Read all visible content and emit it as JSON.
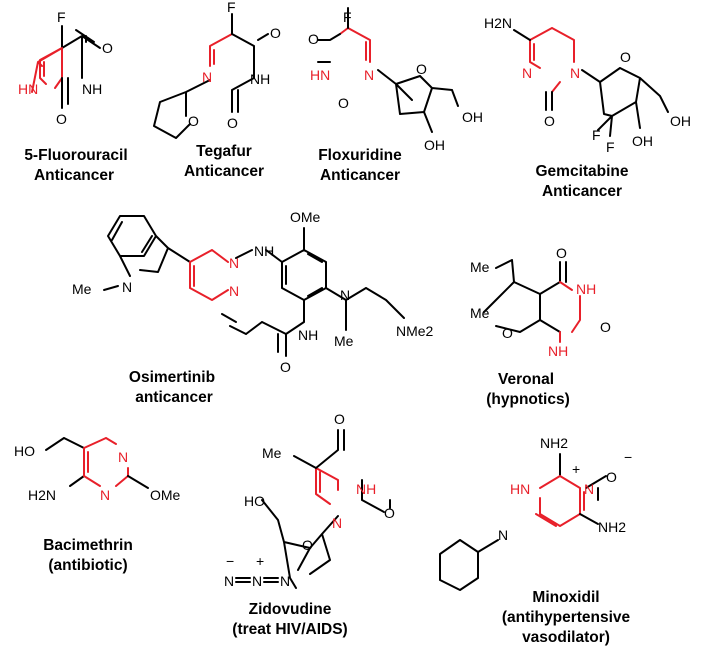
{
  "colors": {
    "heterocycle": "#e8202a",
    "bond": "#000000",
    "background": "#ffffff"
  },
  "labels": {
    "F": "F",
    "O": "O",
    "N": "N",
    "HN": "HN",
    "NH": "NH",
    "H2N": "H2N",
    "NH2": "NH2",
    "OH": "OH",
    "HO": "HO",
    "Me": "Me",
    "OMe": "OMe",
    "NMe2": "NMe2",
    "plus": "+",
    "minus": "−"
  },
  "compounds": [
    {
      "name": "5-Fluorouracil",
      "activity": "Anticancer"
    },
    {
      "name": "Tegafur",
      "activity": "Anticancer"
    },
    {
      "name": "Floxuridine",
      "activity": "Anticancer"
    },
    {
      "name": "Gemcitabine",
      "activity": "Anticancer"
    },
    {
      "name": "Osimertinib",
      "activity": "anticancer"
    },
    {
      "name": "Veronal",
      "activity": "(hypnotics)"
    },
    {
      "name": "Bacimethrin",
      "activity": "(antibiotic)"
    },
    {
      "name": "Zidovudine",
      "activity": "(treat HIV/AIDS)"
    },
    {
      "name": "Minoxidil",
      "activity": "(antihypertensive",
      "activity2": "vasodilator)"
    }
  ]
}
